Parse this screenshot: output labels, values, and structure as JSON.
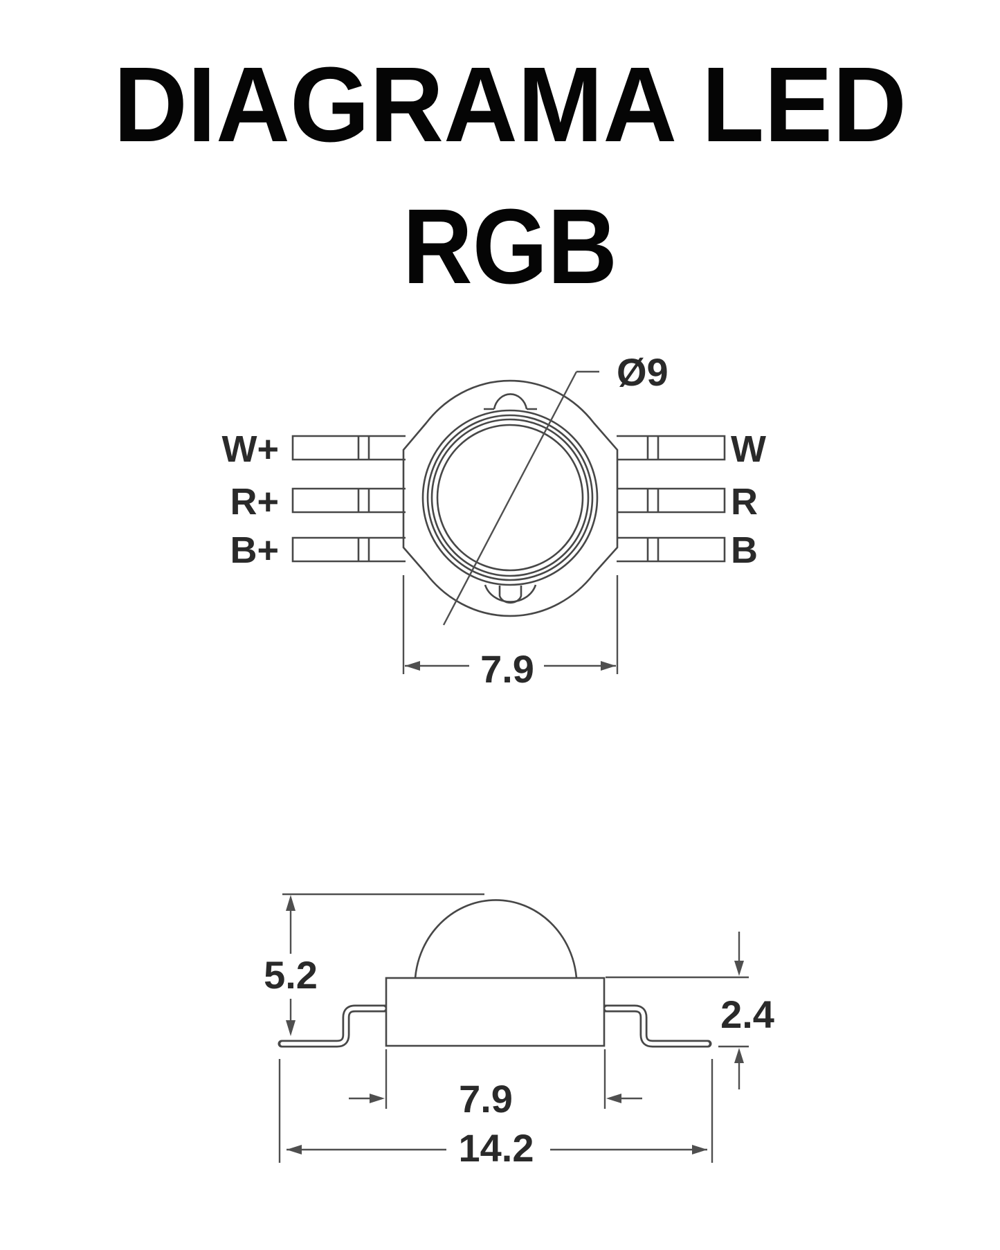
{
  "title": {
    "line1": "DIAGRAMA LED",
    "line2": "RGB"
  },
  "top_view": {
    "pins_left": [
      {
        "label": "W+"
      },
      {
        "label": "R+"
      },
      {
        "label": "B+"
      }
    ],
    "pins_right": [
      {
        "label": "W"
      },
      {
        "label": "R"
      },
      {
        "label": "B"
      }
    ],
    "lens_diameter": "Ø9",
    "body_width": "7.9"
  },
  "side_view": {
    "total_height": "5.2",
    "base_height": "2.4",
    "body_width": "7.9",
    "lead_span": "14.2"
  },
  "colors": {
    "line": "#474747",
    "dimension": "#4f4f4f",
    "text": "#1f1f1f",
    "background": "#ffffff"
  }
}
